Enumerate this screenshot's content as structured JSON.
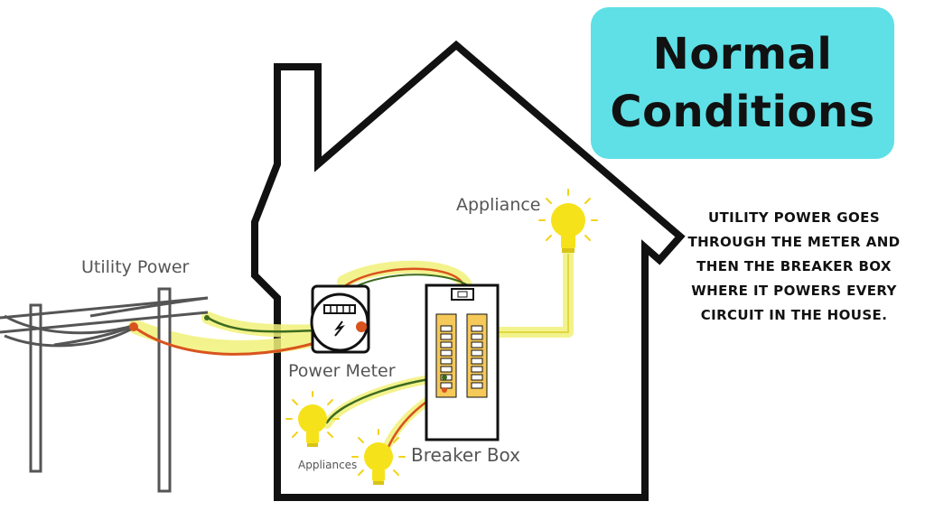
{
  "title": {
    "line1": "Normal",
    "line2": "Conditions"
  },
  "description": "UTILITY POWER GOES THROUGH THE METER AND THEN THE BREAKER BOX WHERE IT POWERS EVERY CIRCUIT IN THE HOUSE.",
  "labels": {
    "utility_power": "Utility Power",
    "power_meter": "Power Meter",
    "breaker_box": "Breaker Box",
    "appliance": "Appliance",
    "appliances": "Appliances"
  },
  "colors": {
    "title_bg": "#5ee0e6",
    "highlight": "#f2f27a",
    "hot_wire": "#d9531e",
    "neutral_wire": "#3d6b1f",
    "bulb": "#f6e21a",
    "breaker_panel": "#f5c95a",
    "outline": "#111111",
    "pole": "#555555"
  },
  "icons": [
    "utility-pole-icon",
    "power-meter-icon",
    "breaker-box-icon",
    "light-bulb-icon"
  ]
}
